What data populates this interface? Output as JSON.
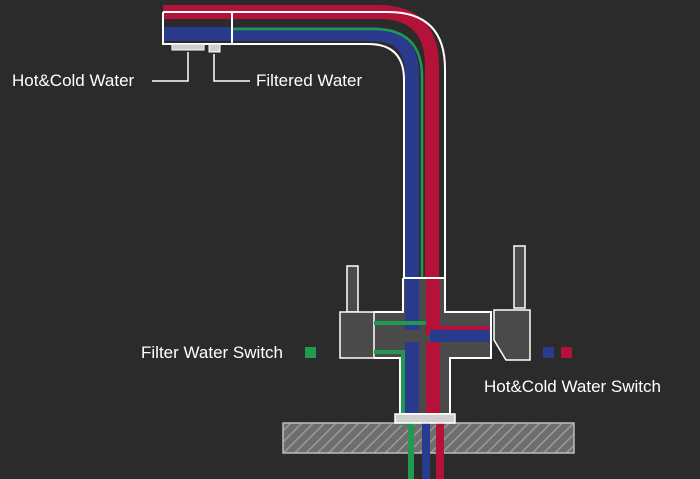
{
  "labels": {
    "hot_cold_water": "Hot&Cold Water",
    "filtered_water": "Filtered Water",
    "filter_water_switch": "Filter Water Switch",
    "hot_cold_water_switch": "Hot&Cold Water Switch"
  },
  "colors": {
    "background": "#2b2b2b",
    "hot": "#b5123a",
    "cold": "#2a3a8c",
    "filtered": "#1f9a4e",
    "outline": "#ffffff",
    "body_gray": "#4a4a4a",
    "counter_hatch": "#8a8a8a"
  },
  "legend_swatches": {
    "filter_switch": [
      "#1f9a4e"
    ],
    "hot_cold_switch": [
      "#2a3a8c",
      "#b5123a"
    ]
  }
}
